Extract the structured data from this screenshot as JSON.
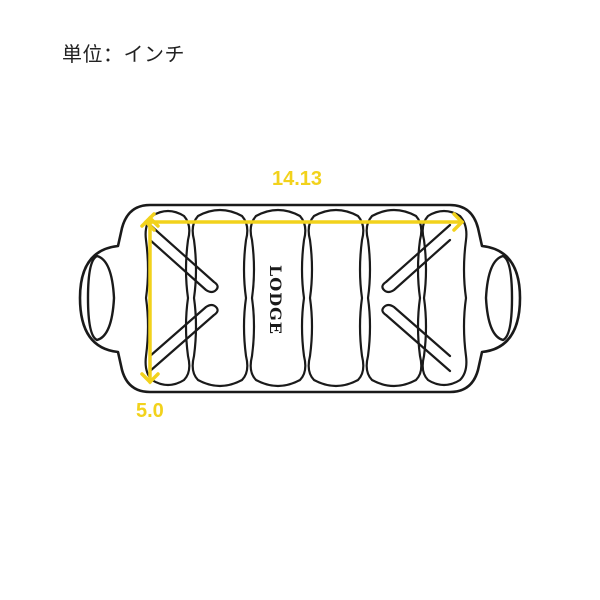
{
  "unit_label": "単位：インチ",
  "brand_logo": "LODGE",
  "dimensions": {
    "width": {
      "value": "14.13"
    },
    "height": {
      "value": "5.0"
    }
  },
  "colors": {
    "outline": "#1a1a1a",
    "dimension": "#f2d21c"
  }
}
